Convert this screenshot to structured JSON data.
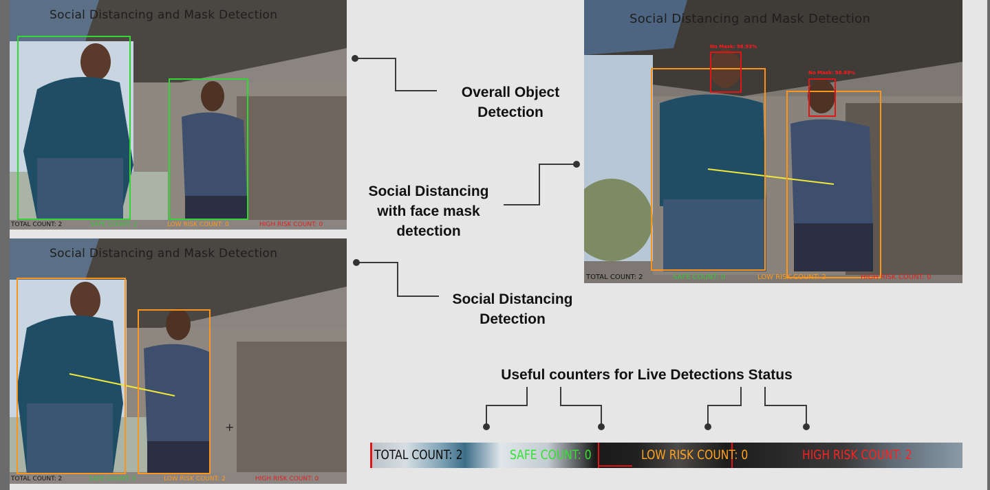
{
  "frames": {
    "overall": {
      "title": "Social Distancing and Mask Detection",
      "counters": {
        "total": "TOTAL COUNT: 2",
        "safe": "SAFE COUNT: 2",
        "low": "LOW RISK COUNT: 0",
        "high": "HIGH RISK COUNT: 0"
      }
    },
    "social": {
      "title": "Social Distancing and Mask Detection",
      "counters": {
        "total": "TOTAL COUNT: 2",
        "safe": "SAFE COUNT: 0",
        "low": "LOW RISK COUNT: 2",
        "high": "HIGH RISK COUNT: 0"
      }
    },
    "mask": {
      "title": "Social Distancing and Mask Detection",
      "mask_labels": [
        "No Mask: 98.93%",
        "No Mask: 98.89%"
      ],
      "counters": {
        "total": "TOTAL COUNT: 2",
        "safe": "SAFE COUNT: 0",
        "low": "LOW RISK COUNT: 2",
        "high": "HIGH RISK COUNT: 0"
      }
    }
  },
  "labels": {
    "overall": [
      "Overall Object",
      "Detection"
    ],
    "social_mask": [
      "Social Distancing",
      "with face mask",
      "detection"
    ],
    "social": [
      "Social Distancing",
      "Detection"
    ],
    "counters": "Useful counters for Live Detections Status"
  },
  "counter_strip": {
    "total": "TOTAL COUNT: 2",
    "safe": "SAFE COUNT: 0",
    "low": "LOW RISK COUNT: 0",
    "high": "HIGH RISK COUNT: 2"
  },
  "colors": {
    "safe": "#33d633",
    "low_risk": "#ff951c",
    "high_risk": "#e01515",
    "distance_line": "#f2e83a"
  }
}
